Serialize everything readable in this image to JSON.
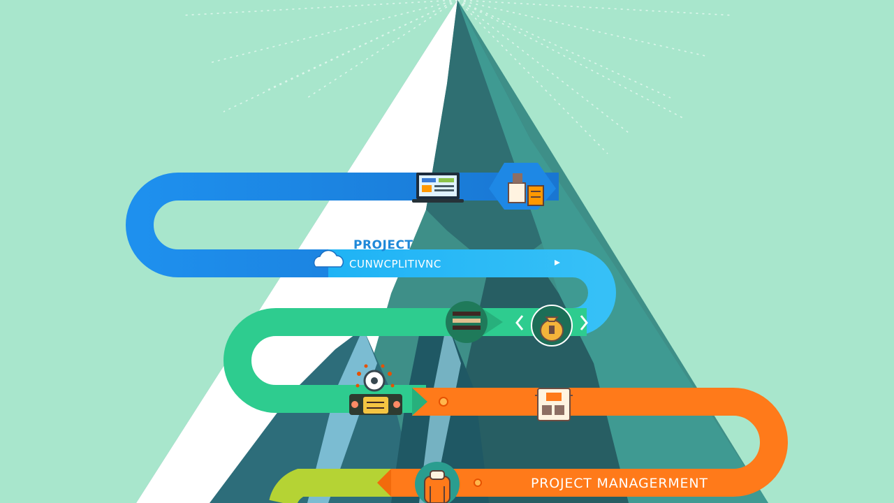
{
  "roadmap": {
    "labels": {
      "project_title": "PROJECT",
      "project_subtitle": "CUNWCPLITIVNC",
      "bottom_label": "PROJECT MANAGERMENT"
    }
  },
  "palette": {
    "background": "#a8e6cc",
    "mountain_dark": "#2f6f72",
    "mountain_mid": "#3e8f88",
    "mountain_snow": "#ffffff",
    "ribbon_blue": "#2196f3",
    "ribbon_cyan": "#29b6f6",
    "ribbon_green": "#2ecc8f",
    "ribbon_orange": "#ff7a1a",
    "ribbon_lime": "#b5d334"
  },
  "icons": [
    "laptop-icon",
    "briefcase-icon",
    "cloud-icon",
    "stacked-docs-icon",
    "money-bag-icon",
    "gear-icon",
    "dashboard-icon",
    "clipboard-icon",
    "backpack-icon",
    "arrow-icon"
  ]
}
